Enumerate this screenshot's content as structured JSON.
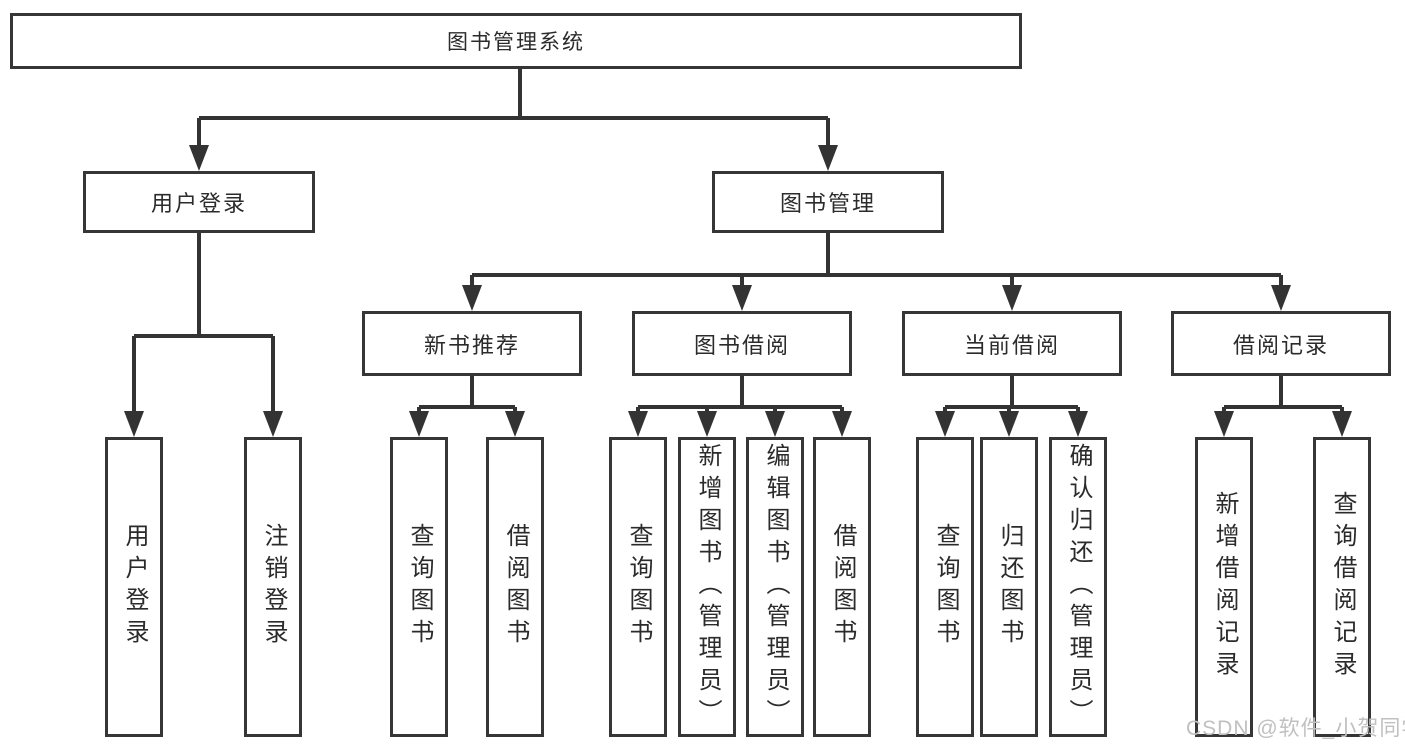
{
  "diagram": {
    "root": "图书管理系统",
    "level2": [
      {
        "label": "用户登录",
        "children": [
          "用户登录",
          "注销登录"
        ]
      },
      {
        "label": "图书管理"
      }
    ],
    "level3": [
      {
        "label": "新书推荐",
        "children": [
          "查询图书",
          "借阅图书"
        ]
      },
      {
        "label": "图书借阅",
        "children": [
          "查询图书",
          "新增图书（管理员）",
          "编辑图书（管理员）",
          "借阅图书"
        ]
      },
      {
        "label": "当前借阅",
        "children": [
          "查询图书",
          "归还图书",
          "确认归还（管理员）"
        ]
      },
      {
        "label": "借阅记录",
        "children": [
          "新增借阅记录",
          "查询借阅记录"
        ]
      }
    ]
  },
  "watermark": "CSDN @软件_小贺同学",
  "colors": {
    "line": "#333333",
    "box_border": "#363636",
    "text": "#2b2b2b",
    "watermark": "#c0c0c0",
    "background": "#ffffff"
  }
}
